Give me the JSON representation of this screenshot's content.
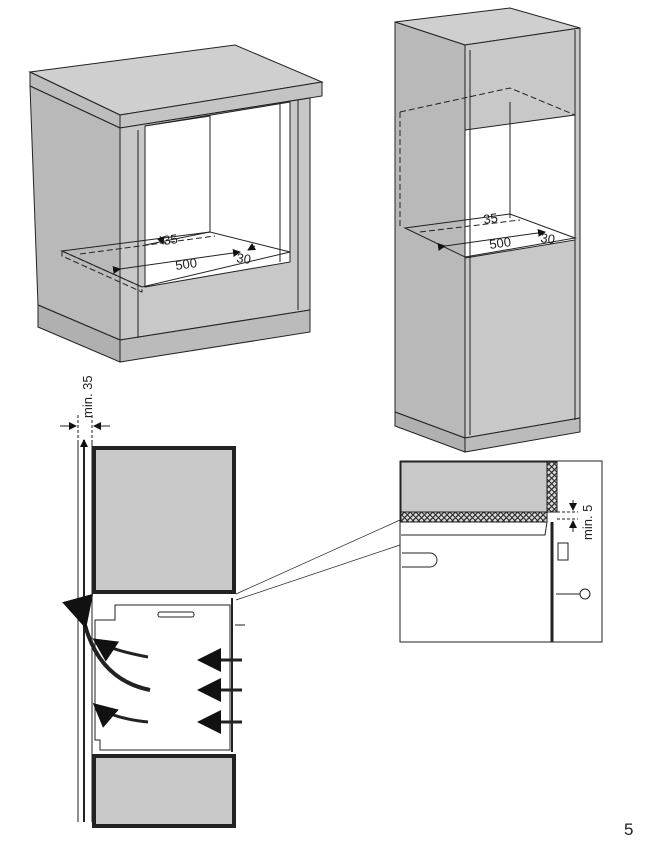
{
  "figure_1": {
    "depth_label": "35",
    "width_label": "500",
    "side_label": "30"
  },
  "figure_2": {
    "depth_label": "35",
    "width_label": "500",
    "side_label": "30"
  },
  "section_view": {
    "side_gap_label": "min. 35"
  },
  "detail_view": {
    "top_gap_label": "min. 5"
  },
  "page_number": "5",
  "colors": {
    "panel": "#c8c8c8",
    "panel_dark": "#b4b4b4",
    "line": "#222222"
  }
}
